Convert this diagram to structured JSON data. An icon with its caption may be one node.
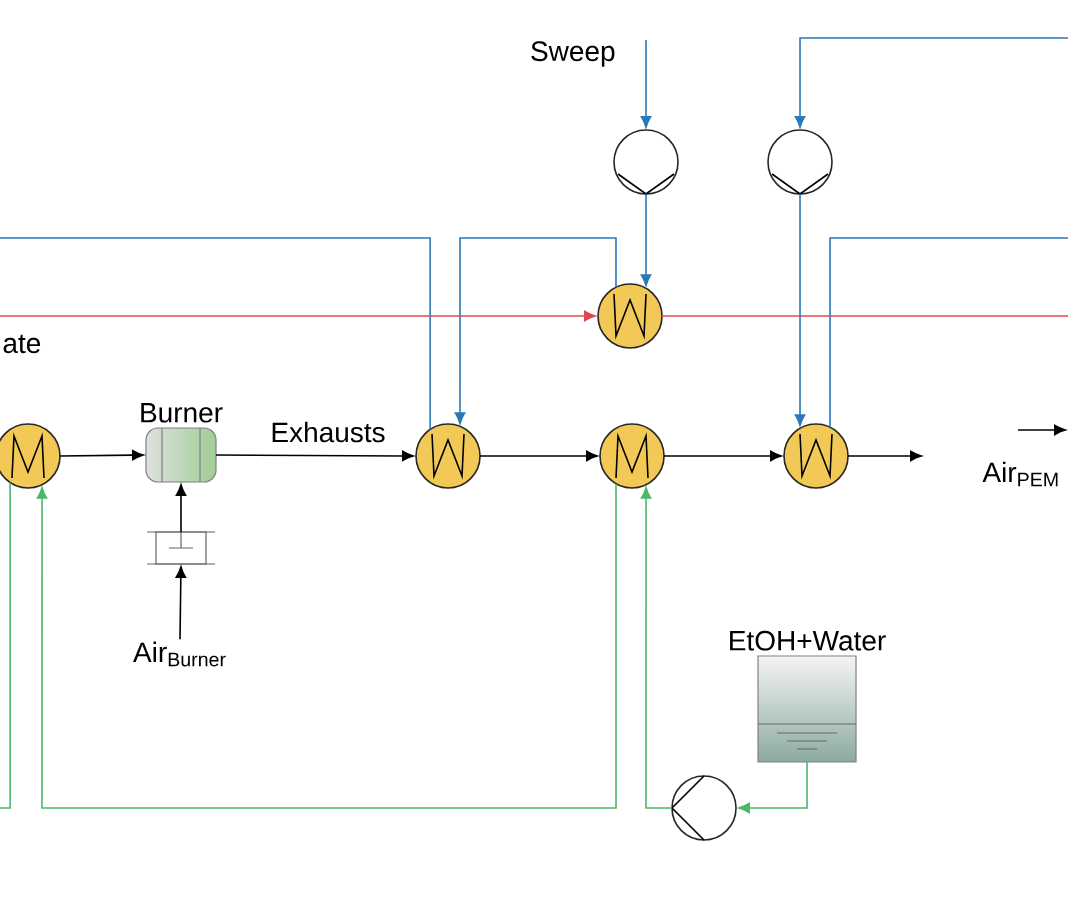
{
  "diagram": {
    "nodes": [
      {
        "text": [
          "Sweep"
        ]
      },
      {
        "text": [],
        "shape": "circle"
      },
      {
        "text": [],
        "shape": "circle"
      },
      {
        "text": [],
        "shape": "circle"
      },
      {
        "text": [],
        "shape": "circle"
      },
      {
        "text": [
          "Burner"
        ]
      },
      {
        "text": [
          "Air$_{Burner}$"
        ]
      },
      {
        "text": [],
        "shape": "box"
      },
      {
        "text": [],
        "shape": "circle"
      },
      {
        "text": [],
        "shape": "circle"
      },
      {
        "text": [],
        "shape": "circle"
      },
      {
        "text": [
          "EtOH+Water"
        ]
      },
      {
        "text": [],
        "shape": "circle"
      },
      {
        "text": [
          "ate"
        ]
      }
    ],
    "edges": [
      {
        "from": 0,
        "to": 1,
        "arrow": "to",
        "color": "#2a78b8"
      },
      {
        "from": 1,
        "to": 3,
        "arrow": "to",
        "color": "#2a78b8"
      },
      {
        "from": null,
        "to": 2,
        "arrow": "to",
        "color": "#2a78b8"
      },
      {
        "from": 2,
        "to": 10,
        "arrow": "to",
        "color": "#2a78b8"
      },
      {
        "from": 8,
        "to": null,
        "arrow": "none",
        "color": "#2a78b8"
      },
      {
        "from": 3,
        "to": 8,
        "arrow": "to",
        "color": "#2a78b8"
      },
      {
        "from": 10,
        "to": null,
        "arrow": "none",
        "color": "#2a78b8"
      },
      {
        "from": 13,
        "to": 3,
        "arrow": "to",
        "color": "#e0474c"
      },
      {
        "from": 3,
        "to": null,
        "arrow": "none",
        "color": "#e0474c"
      },
      {
        "from": 4,
        "to": 5,
        "arrow": "to",
        "color": "#000000"
      },
      {
        "from": 5,
        "to": 8,
        "arrow": "to",
        "label": "Exhausts",
        "color": "#000000"
      },
      {
        "from": 8,
        "to": 9,
        "arrow": "to",
        "color": "#000000"
      },
      {
        "from": 9,
        "to": 10,
        "arrow": "to",
        "color": "#000000"
      },
      {
        "from": 10,
        "to": null,
        "arrow": "to",
        "color": "#000000"
      },
      {
        "from": 7,
        "to": 5,
        "arrow": "to",
        "color": "#000000"
      },
      {
        "from": 6,
        "to": 7,
        "arrow": "to",
        "color": "#000000"
      },
      {
        "from": 9,
        "to": 4,
        "arrow": "to",
        "color": "#4cb86a"
      },
      {
        "from": 4,
        "to": null,
        "arrow": "none",
        "color": "#4cb86a"
      },
      {
        "from": 11,
        "to": 12,
        "arrow": "to",
        "color": "#4cb86a"
      },
      {
        "from": 12,
        "to": 9,
        "arrow": "to",
        "color": "#4cb86a"
      }
    ],
    "labels": [
      "Air$_{PEM}$"
    ]
  }
}
